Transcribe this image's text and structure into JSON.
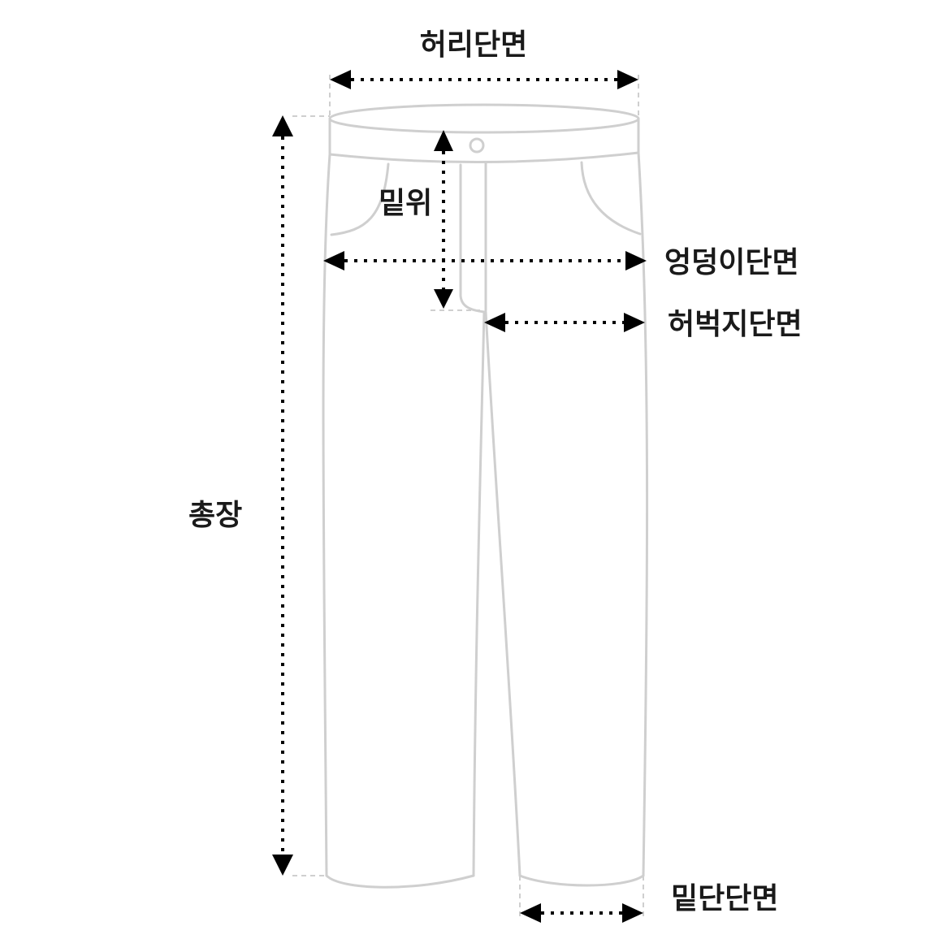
{
  "labels": {
    "waist": "허리단면",
    "rise": "밑위",
    "hip": "엉덩이단면",
    "thigh": "허벅지단면",
    "length": "총장",
    "hem": "밑단단면"
  },
  "colors": {
    "outline": "#cfcfcf",
    "arrow": "#000000",
    "text": "#1a1a1a",
    "background": "#ffffff"
  }
}
